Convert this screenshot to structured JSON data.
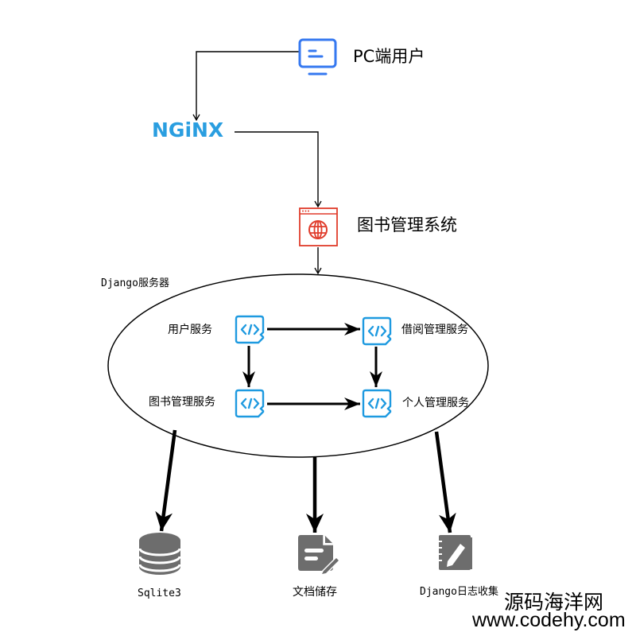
{
  "nodes": {
    "pc_user": {
      "label": "PC端用户",
      "icon": "monitor-icon"
    },
    "nginx": {
      "label": "NGiNX",
      "icon": "nginx-logo"
    },
    "web_system": {
      "label": "图书管理系统",
      "icon": "web-browser-icon"
    },
    "django_server": {
      "label": "Django服务器"
    },
    "services": {
      "user_service": {
        "label": "用户服务",
        "icon": "code-icon"
      },
      "borrow_service": {
        "label": "借阅管理服务",
        "icon": "code-icon"
      },
      "book_service": {
        "label": "图书管理服务",
        "icon": "code-icon"
      },
      "personal_service": {
        "label": "个人管理服务",
        "icon": "code-icon"
      }
    },
    "storage": {
      "sqlite": {
        "label": "Sqlite3",
        "icon": "database-icon"
      },
      "documents": {
        "label": "文档储存",
        "icon": "document-edit-icon"
      },
      "logs": {
        "label": "Django日志收集",
        "icon": "notebook-edit-icon"
      }
    }
  },
  "edges": [
    {
      "from": "pc_user",
      "to": "nginx"
    },
    {
      "from": "nginx",
      "to": "web_system"
    },
    {
      "from": "web_system",
      "to": "django_server"
    },
    {
      "from": "user_service",
      "to": "borrow_service"
    },
    {
      "from": "user_service",
      "to": "book_service"
    },
    {
      "from": "borrow_service",
      "to": "personal_service"
    },
    {
      "from": "book_service",
      "to": "personal_service"
    },
    {
      "from": "django_server",
      "to": "sqlite"
    },
    {
      "from": "django_server",
      "to": "documents"
    },
    {
      "from": "django_server",
      "to": "logs"
    }
  ],
  "colors": {
    "monitor": "#3578f0",
    "nginx": "#2a9ee0",
    "browser": "#e03c2b",
    "code": "#1e9ae0",
    "storage": "#6d6d6d",
    "line": "#000000"
  },
  "watermark": {
    "line1": "源码海洋网",
    "line2": "www.codehy.com"
  }
}
